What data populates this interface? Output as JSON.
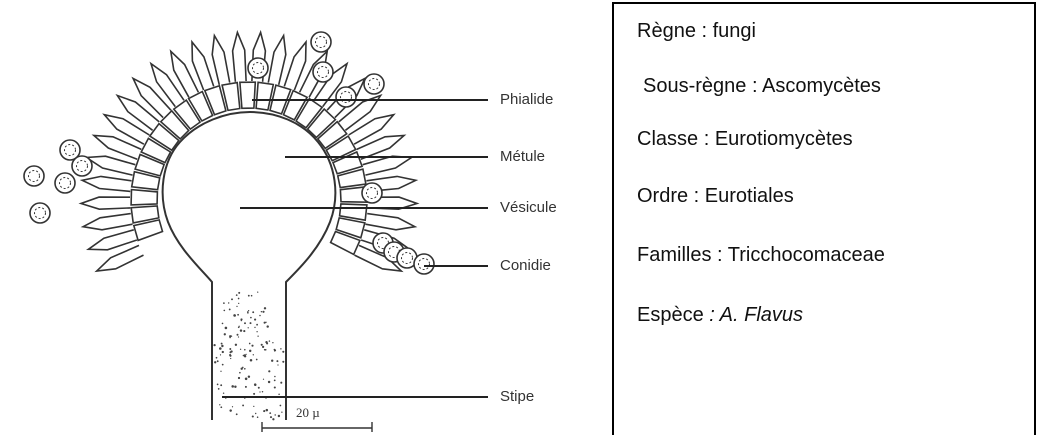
{
  "diagram": {
    "labels": {
      "phialide": "Phialide",
      "metule": "Métule",
      "vesicule": "Vésicule",
      "conidie": "Conidie",
      "stipe": "Stipe"
    },
    "scale_bar": "20 µ"
  },
  "taxonomy": [
    {
      "field": "Règne",
      "sep": " : ",
      "value": "fungi",
      "italic": false
    },
    {
      "field": "Sous-règne",
      "sep": " : ",
      "value": "Ascomycètes",
      "italic": false
    },
    {
      "field": "Classe",
      "sep": " : ",
      "value": "Eurotiomycètes",
      "italic": false
    },
    {
      "field": "Ordre",
      "sep": " : ",
      "value": "Eurotiales",
      "italic": false
    },
    {
      "field": "Familles",
      "sep": " : ",
      "value": "Tricchocomaceae",
      "italic": false
    },
    {
      "field": "Espèce",
      "sep": " : ",
      "value": "A. Flavus",
      "italic": true
    }
  ],
  "colors": {
    "ink": "#333333",
    "text": "#111111",
    "border": "#000000"
  }
}
